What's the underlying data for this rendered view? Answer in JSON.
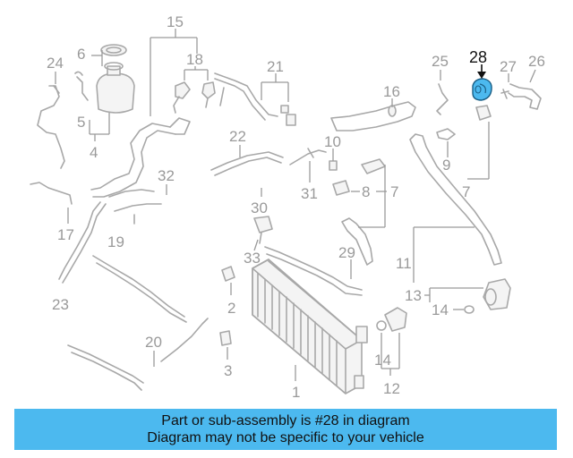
{
  "diagram": {
    "highlight_color": "#4cb9ef",
    "callouts": {
      "n1": "1",
      "n2": "2",
      "n3": "3",
      "n4": "4",
      "n5": "5",
      "n6": "6",
      "n7a": "7",
      "n7b": "7",
      "n8": "8",
      "n9": "9",
      "n10": "10",
      "n11": "11",
      "n12": "12",
      "n13": "13",
      "n14a": "14",
      "n14b": "14",
      "n15": "15",
      "n16": "16",
      "n17": "17",
      "n18": "18",
      "n19": "19",
      "n20": "20",
      "n21": "21",
      "n22": "22",
      "n23": "23",
      "n24": "24",
      "n25": "25",
      "n26": "26",
      "n27": "27",
      "n28": "28",
      "n29": "29",
      "n30": "30",
      "n31": "31",
      "n32": "32",
      "n33": "33"
    }
  },
  "banner": {
    "line1": "Part or sub-assembly is #28 in diagram",
    "line2": "Diagram may not be specific to your vehicle"
  }
}
